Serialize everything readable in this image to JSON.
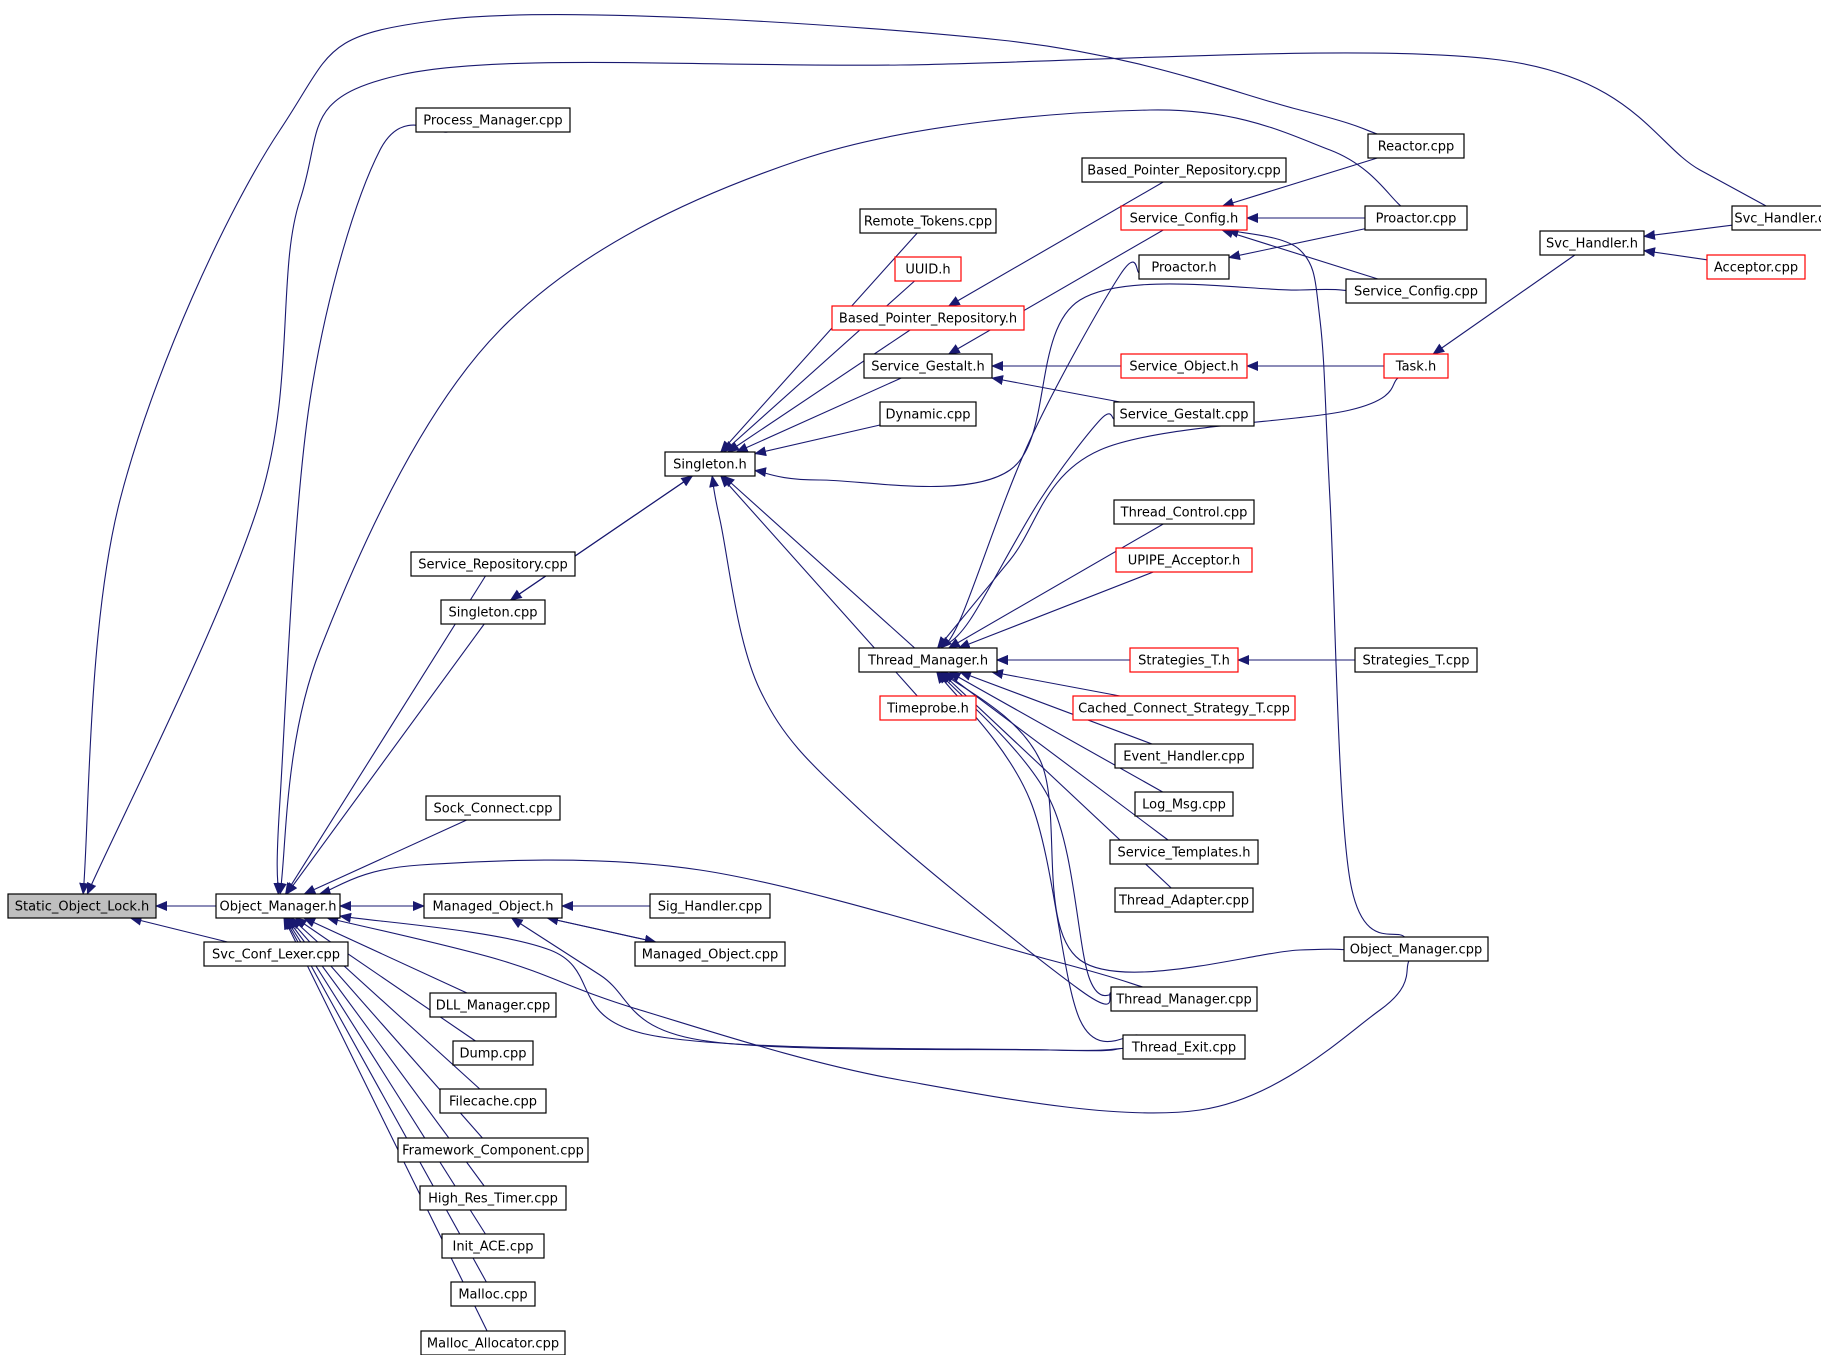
{
  "colors": {
    "edge": "#191970",
    "arrowhead": "#191970",
    "border_normal": "#000000",
    "border_truncated": "#ff0000",
    "fill_root": "#bfbfbf",
    "fill_normal": "#ffffff"
  },
  "nodes": [
    {
      "id": "static_object_lock_h",
      "label": "Static_Object_Lock.h",
      "kind": "root"
    },
    {
      "id": "object_manager_h",
      "label": "Object_Manager.h",
      "kind": "normal"
    },
    {
      "id": "svc_conf_lexer_cpp",
      "label": "Svc_Conf_Lexer.cpp",
      "kind": "normal"
    },
    {
      "id": "process_manager_cpp",
      "label": "Process_Manager.cpp",
      "kind": "normal"
    },
    {
      "id": "service_repository_cpp",
      "label": "Service_Repository.cpp",
      "kind": "normal"
    },
    {
      "id": "singleton_cpp",
      "label": "Singleton.cpp",
      "kind": "normal"
    },
    {
      "id": "sock_connect_cpp",
      "label": "Sock_Connect.cpp",
      "kind": "normal"
    },
    {
      "id": "managed_object_h",
      "label": "Managed_Object.h",
      "kind": "normal"
    },
    {
      "id": "dll_manager_cpp",
      "label": "DLL_Manager.cpp",
      "kind": "normal"
    },
    {
      "id": "dump_cpp",
      "label": "Dump.cpp",
      "kind": "normal"
    },
    {
      "id": "filecache_cpp",
      "label": "Filecache.cpp",
      "kind": "normal"
    },
    {
      "id": "framework_component_cpp",
      "label": "Framework_Component.cpp",
      "kind": "normal"
    },
    {
      "id": "high_res_timer_cpp",
      "label": "High_Res_Timer.cpp",
      "kind": "normal"
    },
    {
      "id": "init_ace_cpp",
      "label": "Init_ACE.cpp",
      "kind": "normal"
    },
    {
      "id": "malloc_cpp",
      "label": "Malloc.cpp",
      "kind": "normal"
    },
    {
      "id": "malloc_allocator_cpp",
      "label": "Malloc_Allocator.cpp",
      "kind": "normal"
    },
    {
      "id": "singleton_h",
      "label": "Singleton.h",
      "kind": "normal"
    },
    {
      "id": "sig_handler_cpp",
      "label": "Sig_Handler.cpp",
      "kind": "normal"
    },
    {
      "id": "managed_object_cpp",
      "label": "Managed_Object.cpp",
      "kind": "normal"
    },
    {
      "id": "remote_tokens_cpp",
      "label": "Remote_Tokens.cpp",
      "kind": "normal"
    },
    {
      "id": "uuid_h",
      "label": "UUID.h",
      "kind": "truncated"
    },
    {
      "id": "based_pointer_repository_h",
      "label": "Based_Pointer_Repository.h",
      "kind": "truncated"
    },
    {
      "id": "service_gestalt_h",
      "label": "Service_Gestalt.h",
      "kind": "normal"
    },
    {
      "id": "dynamic_cpp",
      "label": "Dynamic.cpp",
      "kind": "normal"
    },
    {
      "id": "thread_manager_h",
      "label": "Thread_Manager.h",
      "kind": "normal"
    },
    {
      "id": "timeprobe_h",
      "label": "Timeprobe.h",
      "kind": "truncated"
    },
    {
      "id": "based_pointer_repository_cpp",
      "label": "Based_Pointer_Repository.cpp",
      "kind": "normal"
    },
    {
      "id": "service_config_h",
      "label": "Service_Config.h",
      "kind": "truncated"
    },
    {
      "id": "proactor_h",
      "label": "Proactor.h",
      "kind": "normal"
    },
    {
      "id": "service_object_h",
      "label": "Service_Object.h",
      "kind": "truncated"
    },
    {
      "id": "service_gestalt_cpp",
      "label": "Service_Gestalt.cpp",
      "kind": "normal"
    },
    {
      "id": "thread_control_cpp",
      "label": "Thread_Control.cpp",
      "kind": "normal"
    },
    {
      "id": "upipe_acceptor_h",
      "label": "UPIPE_Acceptor.h",
      "kind": "truncated"
    },
    {
      "id": "strategies_t_h",
      "label": "Strategies_T.h",
      "kind": "truncated"
    },
    {
      "id": "cached_connect_strategy_t_cpp",
      "label": "Cached_Connect_Strategy_T.cpp",
      "kind": "truncated"
    },
    {
      "id": "event_handler_cpp",
      "label": "Event_Handler.cpp",
      "kind": "normal"
    },
    {
      "id": "log_msg_cpp",
      "label": "Log_Msg.cpp",
      "kind": "normal"
    },
    {
      "id": "service_templates_h",
      "label": "Service_Templates.h",
      "kind": "normal"
    },
    {
      "id": "thread_adapter_cpp",
      "label": "Thread_Adapter.cpp",
      "kind": "normal"
    },
    {
      "id": "thread_manager_cpp",
      "label": "Thread_Manager.cpp",
      "kind": "normal"
    },
    {
      "id": "thread_exit_cpp",
      "label": "Thread_Exit.cpp",
      "kind": "normal"
    },
    {
      "id": "reactor_cpp",
      "label": "Reactor.cpp",
      "kind": "normal"
    },
    {
      "id": "proactor_cpp",
      "label": "Proactor.cpp",
      "kind": "normal"
    },
    {
      "id": "service_config_cpp",
      "label": "Service_Config.cpp",
      "kind": "normal"
    },
    {
      "id": "task_h",
      "label": "Task.h",
      "kind": "truncated"
    },
    {
      "id": "strategies_t_cpp",
      "label": "Strategies_T.cpp",
      "kind": "normal"
    },
    {
      "id": "object_manager_cpp",
      "label": "Object_Manager.cpp",
      "kind": "normal"
    },
    {
      "id": "svc_handler_h",
      "label": "Svc_Handler.h",
      "kind": "normal"
    },
    {
      "id": "svc_handler_cpp",
      "label": "Svc_Handler.cpp",
      "kind": "normal"
    },
    {
      "id": "acceptor_cpp",
      "label": "Acceptor.cpp",
      "kind": "truncated"
    }
  ],
  "edges": [
    {
      "from": "object_manager_h",
      "to": "static_object_lock_h"
    },
    {
      "from": "svc_conf_lexer_cpp",
      "to": "static_object_lock_h"
    },
    {
      "from": "reactor_cpp",
      "to": "static_object_lock_h"
    },
    {
      "from": "svc_handler_cpp",
      "to": "static_object_lock_h"
    },
    {
      "from": "process_manager_cpp",
      "to": "object_manager_h"
    },
    {
      "from": "service_repository_cpp",
      "to": "object_manager_h"
    },
    {
      "from": "singleton_cpp",
      "to": "object_manager_h"
    },
    {
      "from": "sock_connect_cpp",
      "to": "object_manager_h"
    },
    {
      "from": "managed_object_h",
      "to": "object_manager_h"
    },
    {
      "from": "object_manager_h",
      "to": "managed_object_h"
    },
    {
      "from": "dll_manager_cpp",
      "to": "object_manager_h"
    },
    {
      "from": "dump_cpp",
      "to": "object_manager_h"
    },
    {
      "from": "filecache_cpp",
      "to": "object_manager_h"
    },
    {
      "from": "framework_component_cpp",
      "to": "object_manager_h"
    },
    {
      "from": "high_res_timer_cpp",
      "to": "object_manager_h"
    },
    {
      "from": "init_ace_cpp",
      "to": "object_manager_h"
    },
    {
      "from": "malloc_cpp",
      "to": "object_manager_h"
    },
    {
      "from": "malloc_allocator_cpp",
      "to": "object_manager_h"
    },
    {
      "from": "proactor_cpp",
      "to": "object_manager_h"
    },
    {
      "from": "thread_manager_cpp",
      "to": "object_manager_h"
    },
    {
      "from": "thread_exit_cpp",
      "to": "object_manager_h"
    },
    {
      "from": "object_manager_cpp",
      "to": "object_manager_h"
    },
    {
      "from": "sig_handler_cpp",
      "to": "managed_object_h"
    },
    {
      "from": "managed_object_cpp",
      "to": "managed_object_h"
    },
    {
      "from": "managed_object_h",
      "to": "managed_object_cpp"
    },
    {
      "from": "thread_exit_cpp",
      "to": "managed_object_h"
    },
    {
      "from": "singleton_cpp",
      "to": "singleton_h"
    },
    {
      "from": "singleton_h",
      "to": "singleton_cpp"
    },
    {
      "from": "remote_tokens_cpp",
      "to": "singleton_h"
    },
    {
      "from": "uuid_h",
      "to": "singleton_h"
    },
    {
      "from": "based_pointer_repository_h",
      "to": "singleton_h"
    },
    {
      "from": "service_gestalt_h",
      "to": "singleton_h"
    },
    {
      "from": "dynamic_cpp",
      "to": "singleton_h"
    },
    {
      "from": "thread_manager_h",
      "to": "singleton_h"
    },
    {
      "from": "timeprobe_h",
      "to": "singleton_h"
    },
    {
      "from": "service_config_cpp",
      "to": "singleton_h"
    },
    {
      "from": "thread_manager_cpp",
      "to": "singleton_h"
    },
    {
      "from": "based_pointer_repository_cpp",
      "to": "based_pointer_repository_h"
    },
    {
      "from": "service_config_h",
      "to": "service_gestalt_h"
    },
    {
      "from": "service_object_h",
      "to": "service_gestalt_h"
    },
    {
      "from": "service_gestalt_cpp",
      "to": "service_gestalt_h"
    },
    {
      "from": "reactor_cpp",
      "to": "service_config_h"
    },
    {
      "from": "proactor_cpp",
      "to": "service_config_h"
    },
    {
      "from": "service_config_cpp",
      "to": "service_config_h"
    },
    {
      "from": "object_manager_cpp",
      "to": "service_config_h"
    },
    {
      "from": "proactor_cpp",
      "to": "proactor_h"
    },
    {
      "from": "task_h",
      "to": "service_object_h"
    },
    {
      "from": "proactor_h",
      "to": "thread_manager_h"
    },
    {
      "from": "service_gestalt_cpp",
      "to": "thread_manager_h"
    },
    {
      "from": "task_h",
      "to": "thread_manager_h"
    },
    {
      "from": "thread_control_cpp",
      "to": "thread_manager_h"
    },
    {
      "from": "upipe_acceptor_h",
      "to": "thread_manager_h"
    },
    {
      "from": "strategies_t_h",
      "to": "thread_manager_h"
    },
    {
      "from": "strategies_t_cpp",
      "to": "thread_manager_h"
    },
    {
      "from": "cached_connect_strategy_t_cpp",
      "to": "thread_manager_h"
    },
    {
      "from": "event_handler_cpp",
      "to": "thread_manager_h"
    },
    {
      "from": "log_msg_cpp",
      "to": "thread_manager_h"
    },
    {
      "from": "service_templates_h",
      "to": "thread_manager_h"
    },
    {
      "from": "thread_adapter_cpp",
      "to": "thread_manager_h"
    },
    {
      "from": "thread_manager_cpp",
      "to": "thread_manager_h"
    },
    {
      "from": "thread_exit_cpp",
      "to": "thread_manager_h"
    },
    {
      "from": "object_manager_cpp",
      "to": "thread_manager_h"
    },
    {
      "from": "strategies_t_cpp",
      "to": "strategies_t_h"
    },
    {
      "from": "svc_handler_h",
      "to": "task_h"
    },
    {
      "from": "svc_handler_cpp",
      "to": "svc_handler_h"
    },
    {
      "from": "acceptor_cpp",
      "to": "svc_handler_h"
    }
  ]
}
